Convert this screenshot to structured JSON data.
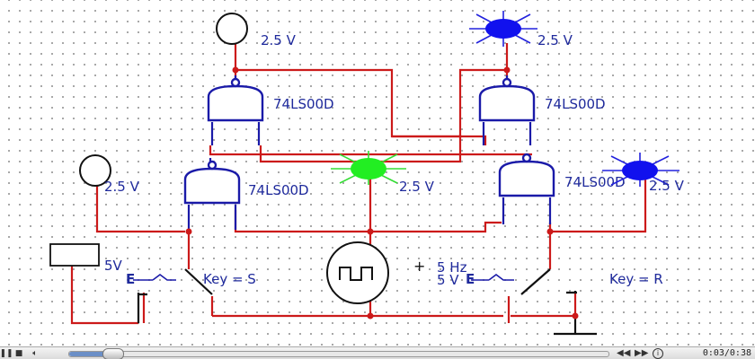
{
  "schematic": {
    "probes": [
      {
        "label": "2.5 V",
        "state": "off"
      },
      {
        "label": "2.5 V",
        "state": "blue"
      },
      {
        "label": "2.5 V",
        "state": "off"
      },
      {
        "label": "2.5 V",
        "state": "green"
      },
      {
        "label": "2.5 V",
        "state": "blue"
      }
    ],
    "gates": [
      "74LS00D",
      "74LS00D",
      "74LS00D",
      "74LS00D"
    ],
    "supply_label": "5V",
    "clock": {
      "freq": "5 Hz",
      "amp": "5 V"
    },
    "keys": [
      {
        "tag": "E",
        "text": "Key = S"
      },
      {
        "tag": "E",
        "text": "Key = R"
      }
    ],
    "colors": {
      "wire": "#cc1a1a",
      "gate": "#1a1aa8",
      "green_led": "#22ee22",
      "blue_led": "#1111ee"
    }
  },
  "player": {
    "time": "0:03/0:38",
    "progress": 0.08,
    "icons": [
      "pause-icon",
      "stop-icon",
      "volume-icon",
      "prev-icon",
      "next-icon",
      "info-icon"
    ]
  }
}
